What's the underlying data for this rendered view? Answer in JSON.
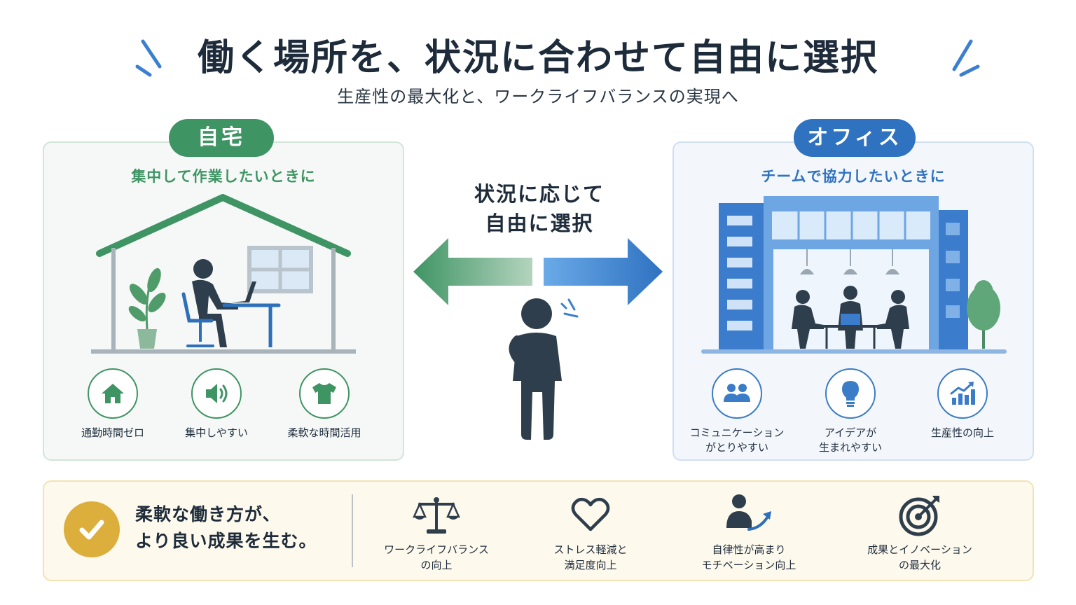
{
  "header": {
    "title": "働く場所を、状況に合わせて自由に選択",
    "subtitle": "生産性の最大化と、ワークライフバランスの実現へ"
  },
  "home": {
    "label": "自宅",
    "tagline": "集中して作業したいときに",
    "features": [
      {
        "icon": "house-icon",
        "label": "通勤時間ゼロ"
      },
      {
        "icon": "speaker-icon",
        "label": "集中しやすい"
      },
      {
        "icon": "tshirt-icon",
        "label": "柔軟な時間活用"
      }
    ]
  },
  "center": {
    "line1": "状況に応じて",
    "line2": "自由に選択"
  },
  "office": {
    "label": "オフィス",
    "tagline": "チームで協力したいときに",
    "features": [
      {
        "icon": "people-icon",
        "line1": "コミュニケーション",
        "line2": "がとりやすい"
      },
      {
        "icon": "lightbulb-icon",
        "line1": "アイデアが",
        "line2": "生まれやすい"
      },
      {
        "icon": "growth-chart-icon",
        "line1": "生産性の向上",
        "line2": ""
      }
    ]
  },
  "bottom": {
    "message_line1": "柔軟な働き方が、",
    "message_line2": "より良い成果を生む。",
    "items": [
      {
        "icon": "balance-scale-icon",
        "line1": "ワークライフバランス",
        "line2": "の向上"
      },
      {
        "icon": "heart-icon",
        "line1": "ストレス軽減と",
        "line2": "満足度向上"
      },
      {
        "icon": "person-arrow-icon",
        "line1": "自律性が高まり",
        "line2": "モチベーション向上"
      },
      {
        "icon": "target-icon",
        "line1": "成果とイノベーション",
        "line2": "の最大化"
      }
    ]
  },
  "colors": {
    "home_accent": "#3f9464",
    "office_accent": "#2f72c0",
    "bottom_accent": "#dcae3c",
    "ink": "#1d2b3a"
  }
}
